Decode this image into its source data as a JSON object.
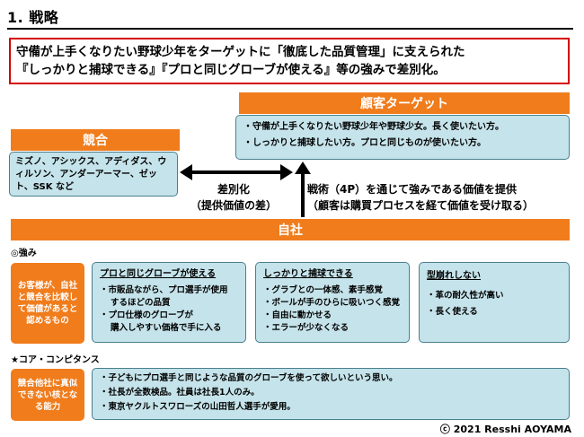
{
  "page": {
    "title": "1. 戦略",
    "copyright": "ⓒ 2021 Resshi AOYAMA"
  },
  "headline": {
    "line1": "守備が上手くなりたい野球少年をターゲットに「徹底した品質管理」に支えられた",
    "line2": "『しっかりと捕球できる』『プロと同じグローブが使える』等の強みで差別化。"
  },
  "competitors": {
    "title": "競合",
    "text": "ミズノ、アシックス、アディダス、ウィルソン、アンダーアーマー、ゼット、SSK など"
  },
  "target": {
    "title": "顧客ターゲット",
    "items": [
      "・守備が上手くなりたい野球少年や野球少女。長く使いたい方。",
      "・しっかりと捕球したい方。プロと同じものが使いたい方。"
    ]
  },
  "differentiation": {
    "line1": "差別化",
    "line2": "（提供価値の差）"
  },
  "value_delivery": {
    "line1": "戦術（4P）を通じて強みである価値を提供",
    "line2": "（顧客は購買プロセスを経て価値を受け取る）"
  },
  "company": {
    "title": "自社"
  },
  "strengths": {
    "label": "◎強み",
    "side_box": "お客様が、自社と競合を比較して価値があると認めるもの",
    "cards": [
      {
        "heading": "プロと同じグローブが使える",
        "items": [
          "・市販品ながら、プロ選手が使用",
          "するほどの品質",
          "・プロ仕様のグローブが",
          "購入しやすい価格で手に入る"
        ]
      },
      {
        "heading": "しっかりと捕球できる",
        "items": [
          "・グラブとの一体感、素手感覚",
          "・ボールが手のひらに吸いつく感覚",
          "・自由に動かせる",
          "・エラーが少なくなる"
        ]
      },
      {
        "heading": "型崩れしない",
        "items": [
          "・革の耐久性が高い",
          "・長く使える"
        ]
      }
    ]
  },
  "core_competence": {
    "label": "★コア・コンピタンス",
    "side_box": "競合他社に真似できない核となる能力",
    "items": [
      "・子どもにプロ選手と同じような品質のグローブを使って欲しいという思い。",
      "・社長が全数検品。社員は社長1人のみ。",
      "・東京ヤクルトスワローズの山田哲人選手が愛用。"
    ]
  },
  "colors": {
    "accent_orange": "#f07c1c",
    "box_blue": "#c5e3ea",
    "border_red": "#d40000"
  }
}
